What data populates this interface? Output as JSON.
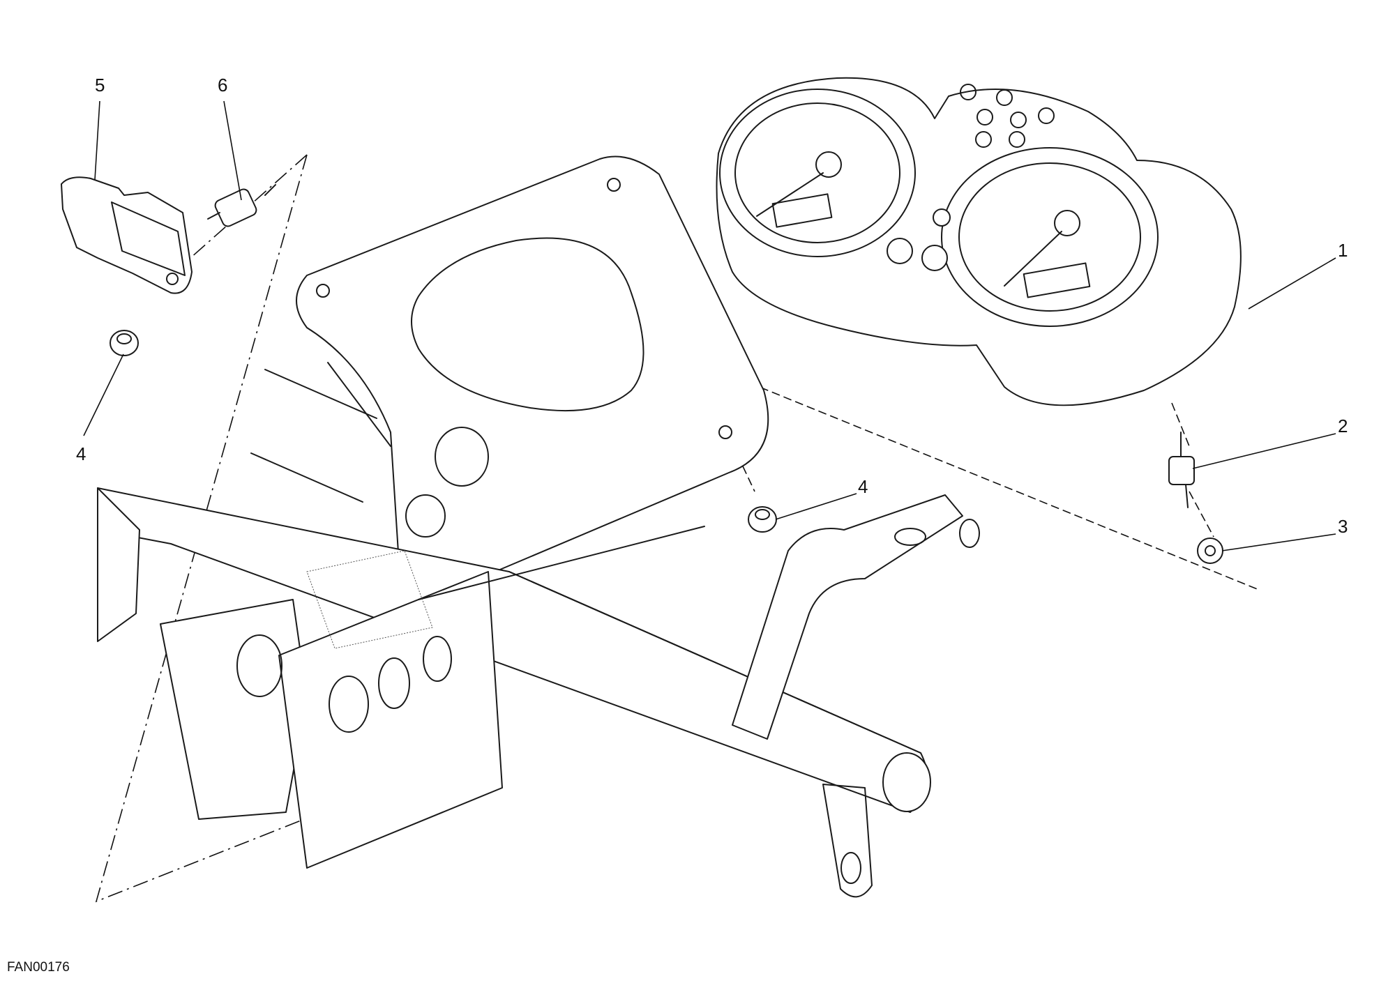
{
  "callouts": [
    {
      "id": "1",
      "label": "1"
    },
    {
      "id": "2",
      "label": "2"
    },
    {
      "id": "3",
      "label": "3"
    },
    {
      "id": "4a",
      "label": "4"
    },
    {
      "id": "4b",
      "label": "4"
    },
    {
      "id": "5",
      "label": "5"
    },
    {
      "id": "6",
      "label": "6"
    }
  ],
  "drawing_code": "FAN00176"
}
